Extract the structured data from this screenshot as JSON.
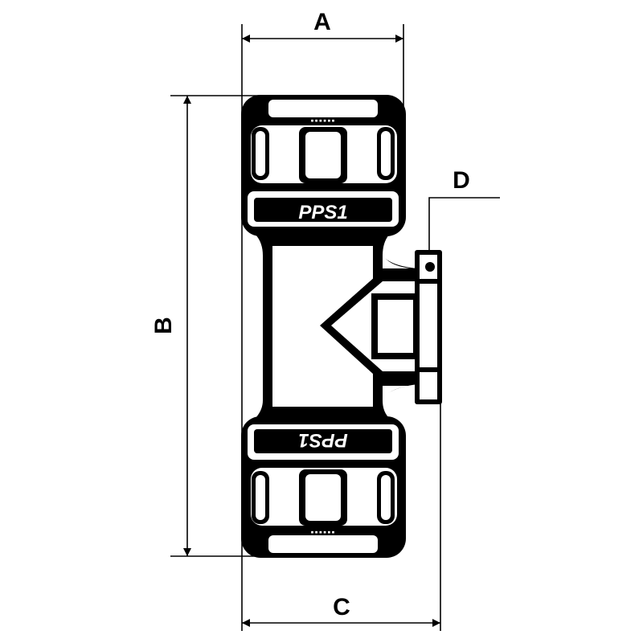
{
  "dimensions": {
    "a": "A",
    "b": "B",
    "c": "C",
    "d": "D"
  },
  "fitting": {
    "brand_top": "PPS1",
    "brand_bottom": "PPS1"
  },
  "colors": {
    "body": "#000000",
    "highlight": "#ffffff",
    "background": "#ffffff"
  }
}
